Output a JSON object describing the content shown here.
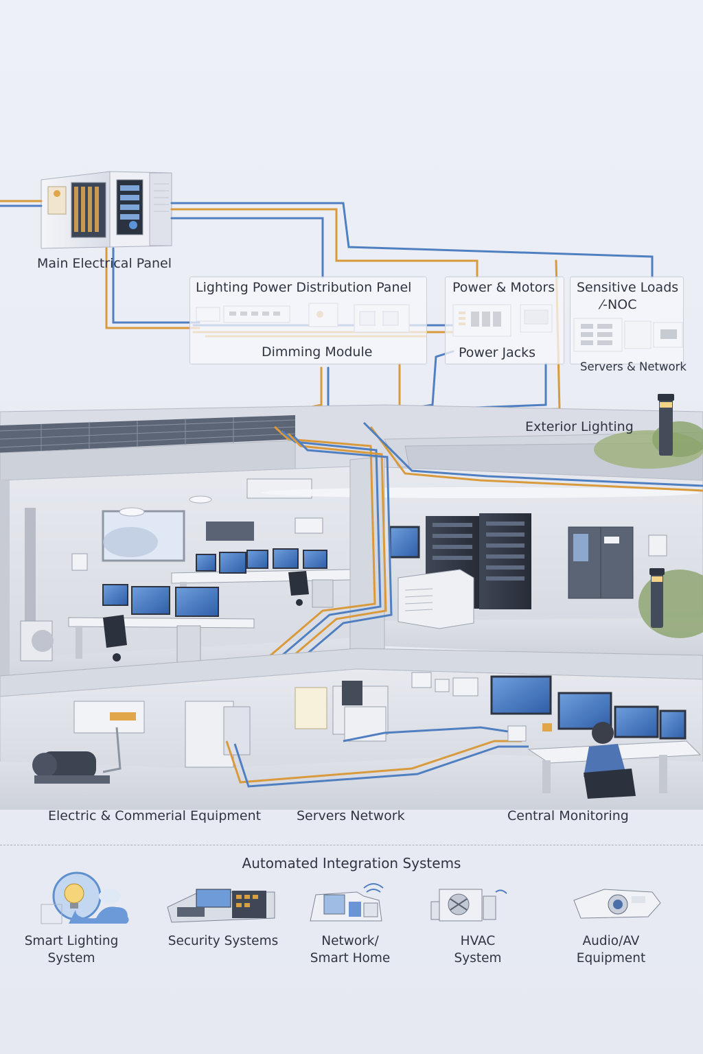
{
  "top": {
    "main_panel": "Main Electrical Panel",
    "lighting_panel": "Lighting Power Distribution Panel",
    "dimming_module": "Dimming Module",
    "power_motors": "Power & Motors",
    "power_jacks": "Power Jacks",
    "sensitive_loads": "Sensitive Loads",
    "noc": "⁄-NOC",
    "servers_network_top": "Servers & Network",
    "exterior_lighting": "Exterior Lighting"
  },
  "building": {
    "electric_equipment": "Electric & Commerial Equipment",
    "servers_network": "Servers Network",
    "central_monitoring": "Central Monitoring"
  },
  "integration": {
    "title": "Automated Integration Systems",
    "systems": [
      {
        "line1": "Smart Lighting",
        "line2": "System",
        "icon": "lightbulb-cloud-icon"
      },
      {
        "line1": "Security Systems",
        "line2": "",
        "icon": "security-recorder-icon"
      },
      {
        "line1": "Network/",
        "line2": "Smart Home",
        "icon": "smart-home-icon"
      },
      {
        "line1": "HVAC",
        "line2": "System",
        "icon": "hvac-unit-icon"
      },
      {
        "line1": "Audio/AV",
        "line2": "Equipment",
        "icon": "projector-icon"
      }
    ]
  },
  "colors": {
    "conduit_orange": "#d99a3c",
    "conduit_blue": "#4f7fc0",
    "background": "#eceef5",
    "text": "#2f3440"
  }
}
